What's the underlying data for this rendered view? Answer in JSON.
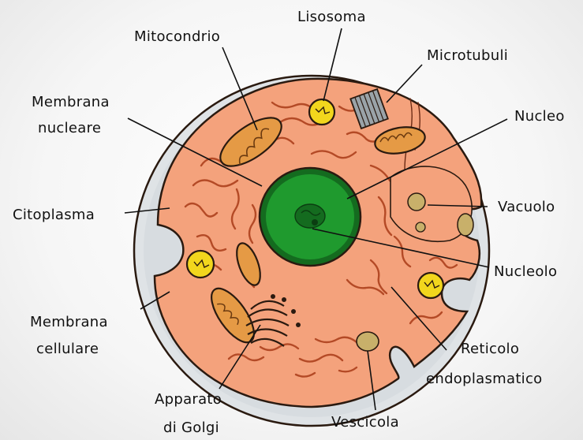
{
  "colors": {
    "cytoplasm": "#f4a27c",
    "membrane_outer": "#dfe3e6",
    "nucleus": "#1f9a2e",
    "nucleus_dark": "#146b1f",
    "outline": "#2a1a10",
    "mitochondria": "#e59a45",
    "lysosome": "#f2d61d",
    "vacuole": "#c8b06a",
    "er": "#b44a26"
  },
  "labels": {
    "lisosoma": "Lisosoma",
    "mitocondrio": "Mitocondrio",
    "microtubuli": "Microtubuli",
    "membrana_nucleare_1": "Membrana",
    "membrana_nucleare_2": "nucleare",
    "nucleo": "Nucleo",
    "citoplasma": "Citoplasma",
    "vacuolo": "Vacuolo",
    "nucleolo": "Nucleolo",
    "membrana_cellulare_1": "Membrana",
    "membrana_cellulare_2": "cellulare",
    "reticolo_1": "Reticolo",
    "reticolo_2": "endoplasmatico",
    "apparato_golgi_1": "Apparato",
    "apparato_golgi_2": "di Golgi",
    "vescicola": "Vescicola"
  }
}
